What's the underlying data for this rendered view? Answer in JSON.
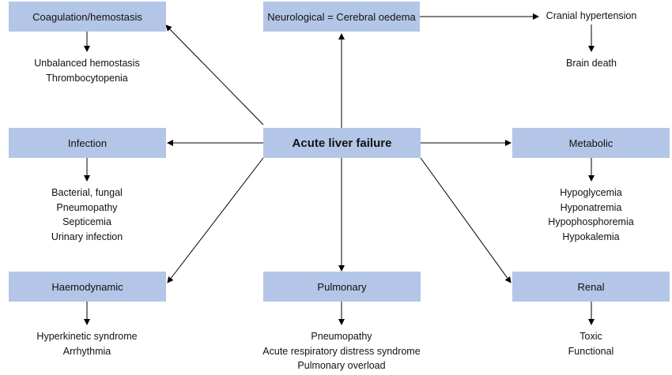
{
  "center": "Acute liver failure",
  "nodes": {
    "coag": {
      "title": "Coagulation/hemostasis",
      "items": [
        "Unbalanced hemostasis",
        "Thrombocytopenia"
      ]
    },
    "neuro": {
      "title": "Neurological = Cerebral oedema",
      "chain": [
        "Cranial hypertension",
        "Brain death"
      ]
    },
    "infection": {
      "title": "Infection",
      "items": [
        "Bacterial, fungal",
        "Pneumopathy",
        "Septicemia",
        "Urinary infection"
      ]
    },
    "metabolic": {
      "title": "Metabolic",
      "items": [
        "Hypoglycemia",
        "Hyponatremia",
        "Hypophosphoremia",
        "Hypokalemia"
      ]
    },
    "haemo": {
      "title": "Haemodynamic",
      "items": [
        "Hyperkinetic syndrome",
        "Arrhythmia"
      ]
    },
    "pulmonary": {
      "title": "Pulmonary",
      "items": [
        "Pneumopathy",
        "Acute respiratory distress syndrome",
        "Pulmonary overload"
      ]
    },
    "renal": {
      "title": "Renal",
      "items": [
        "Toxic",
        "Functional"
      ]
    }
  },
  "colors": {
    "box_fill": "#b4c6e7",
    "arrow": "#000000"
  }
}
